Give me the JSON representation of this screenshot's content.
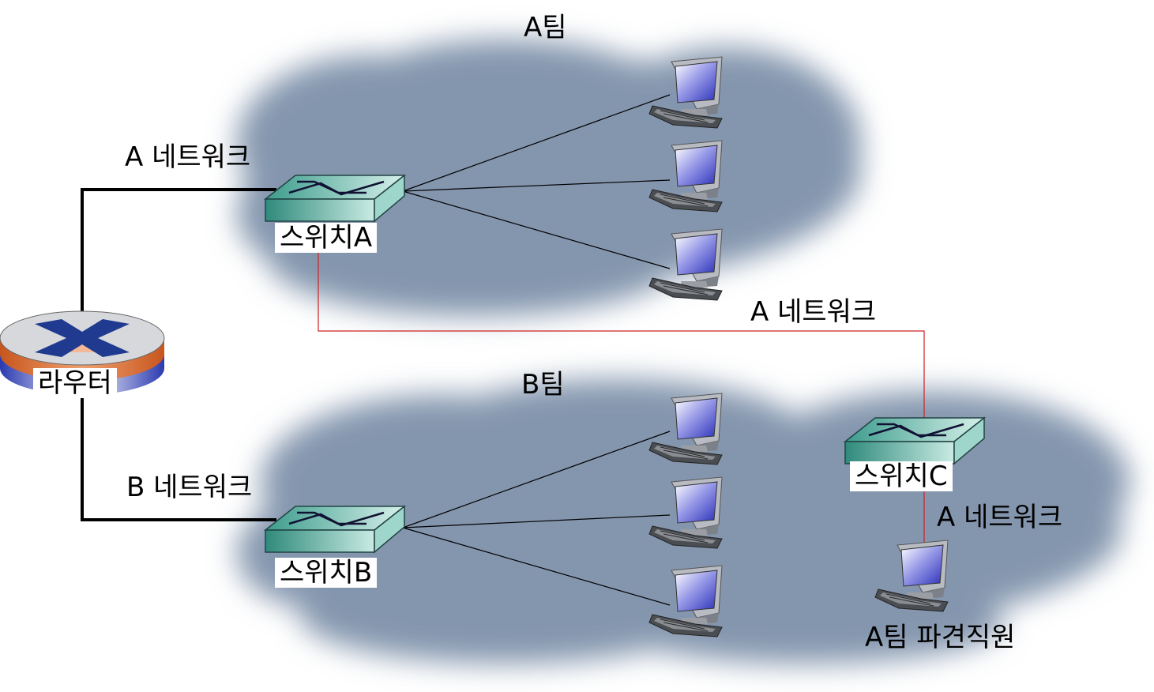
{
  "groups": {
    "team_a": "A팀",
    "team_b": "B팀"
  },
  "network_labels": {
    "router_to_switch_a": "A 네트워크",
    "router_to_switch_b": "B 네트워크",
    "switch_a_to_switch_c": "A 네트워크",
    "switch_c_to_dispatched": "A 네트워크"
  },
  "devices": {
    "router": "라우터",
    "switch_a": "스위치A",
    "switch_b": "스위치B",
    "switch_c": "스위치C",
    "dispatched_pc": "A팀 파견직원"
  },
  "colors": {
    "cloud": "#8496ae",
    "switch_top": "#5fb7a6",
    "switch_front": "#3e9c8e",
    "router_body": "#d96b2b",
    "router_top": "#d6d8dc",
    "router_x": "#1f3a8f",
    "vlan_link": "#cc2222",
    "trunk_link": "#000000"
  }
}
